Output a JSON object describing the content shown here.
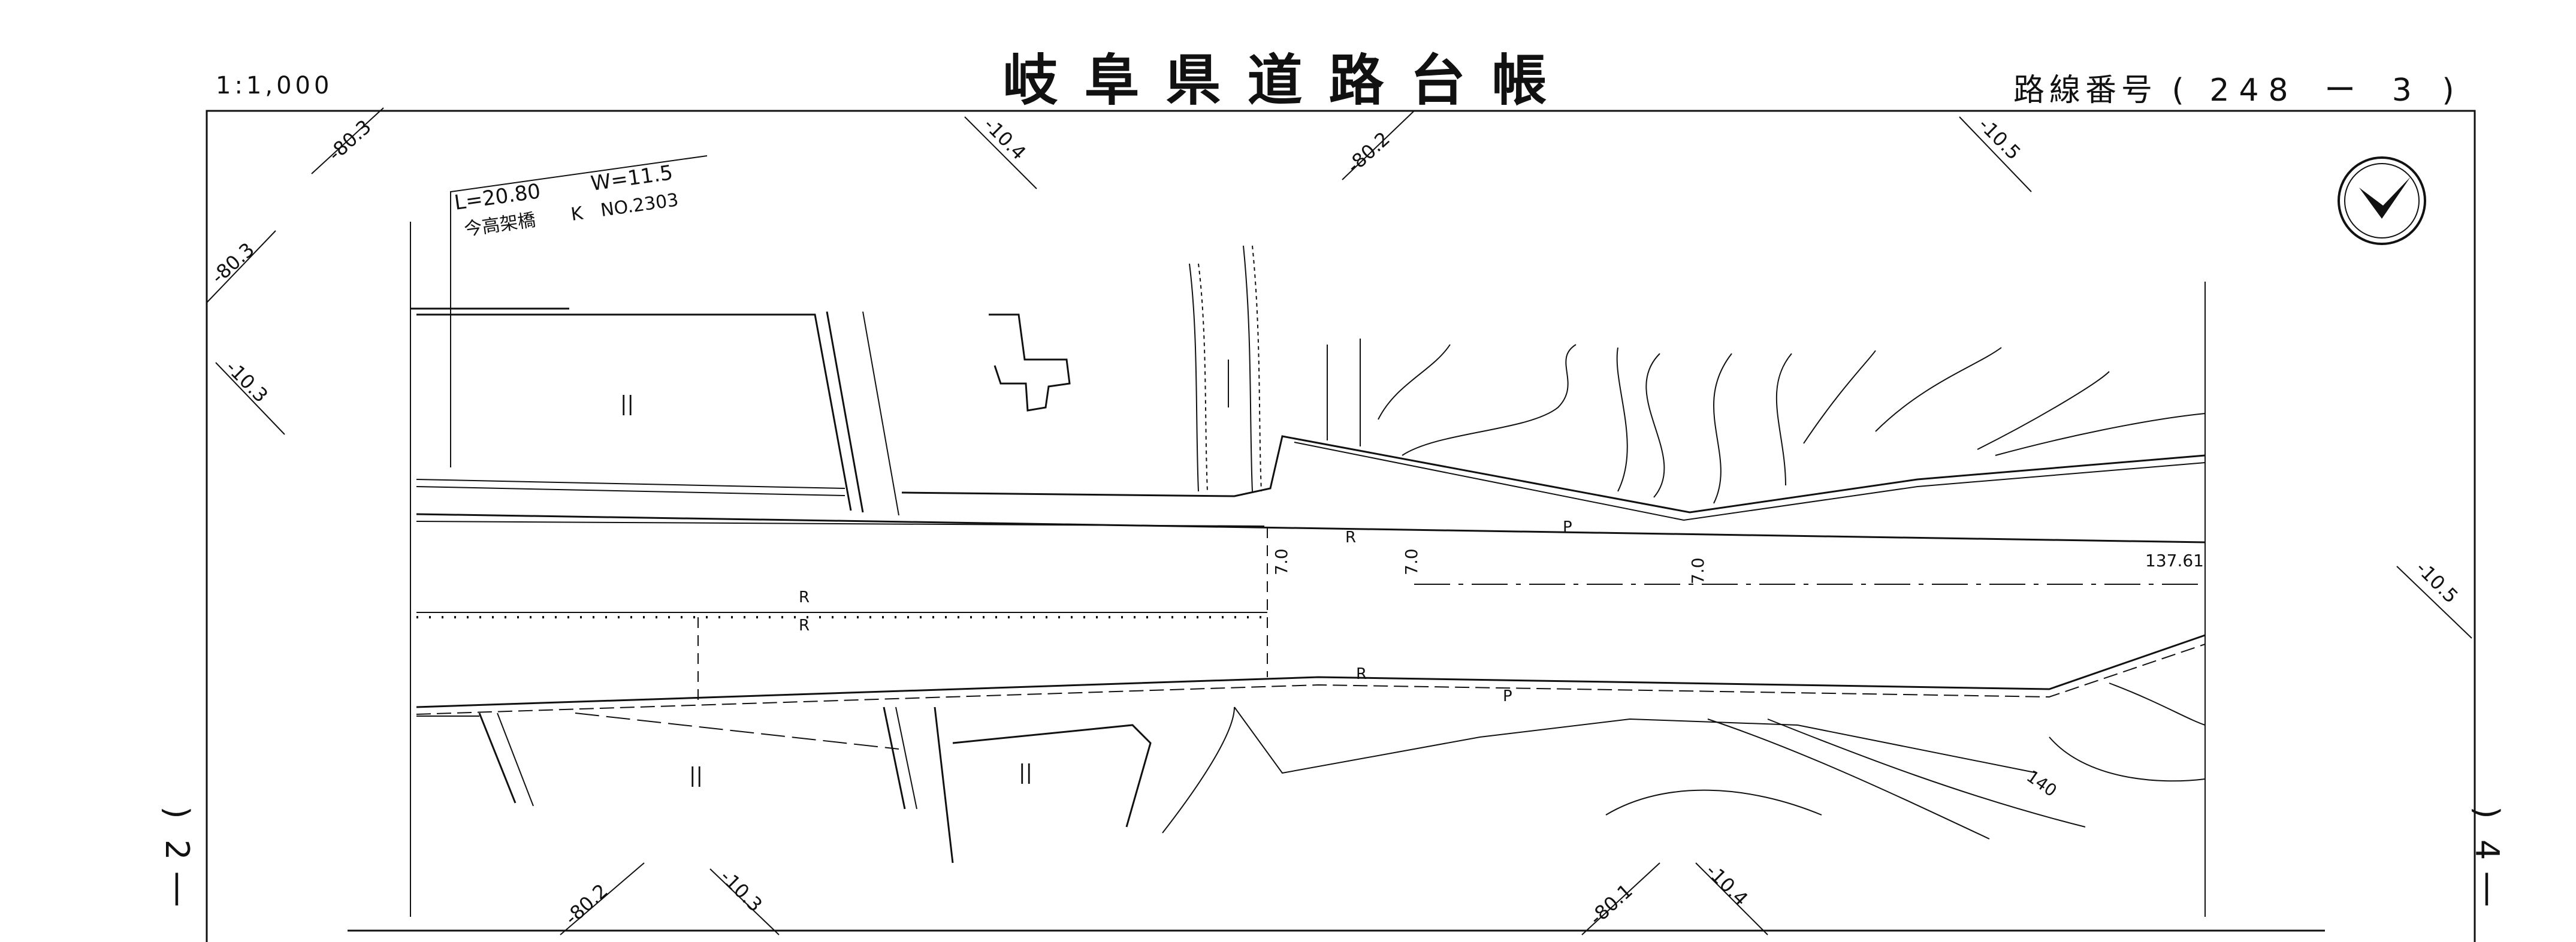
{
  "header": {
    "title": "岐阜県道路台帳",
    "scale": "1:1,000",
    "route_label": "路線番号",
    "route_open": "(",
    "route_main": "248",
    "route_sep": "ー",
    "route_sub": "3",
    "route_close": ")"
  },
  "sheet_links": {
    "left_open": ")",
    "left_number": "2",
    "left_close": "|",
    "right_open": ")",
    "right_number": "4",
    "right_close": "|"
  },
  "bridge_note": {
    "length": "L=20.80",
    "width": "W=11.5",
    "name": "今高架橋",
    "type": "K",
    "number": "NO.2303"
  },
  "grid_labels": [
    "-80.3",
    "-10.4",
    "-80.2",
    "-10.5",
    "-80.3",
    "-10.3",
    "-10.5",
    "-80.2",
    "-10.3",
    "-80.1",
    "-10.4"
  ],
  "map_labels": {
    "paddy_symbol": "||",
    "road_marker_r": "R",
    "road_marker_p": "P",
    "road_width": "7.0",
    "elevation": "137.61",
    "contour_140": "140"
  },
  "icons": {
    "north_arrow": "north-arrow-icon"
  },
  "colors": {
    "ink": "#111111",
    "paper": "#ffffff"
  }
}
